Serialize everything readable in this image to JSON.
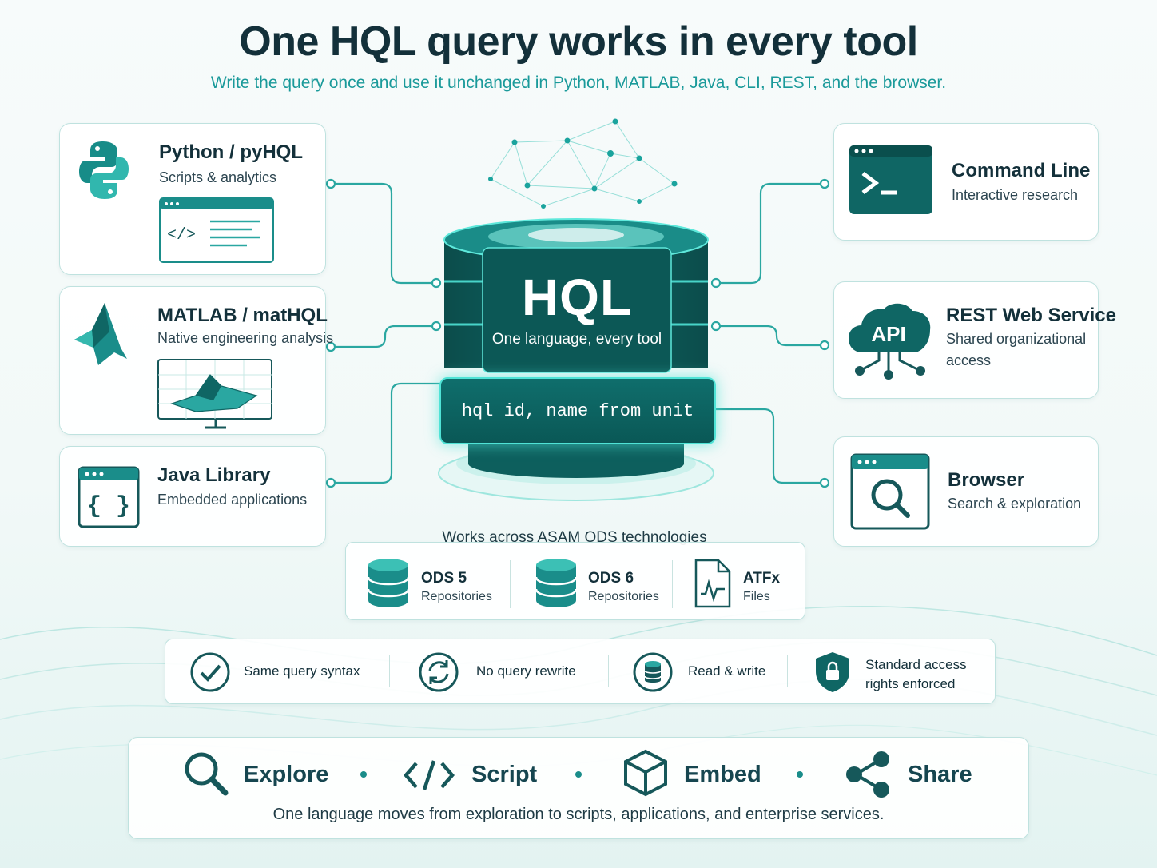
{
  "header": {
    "title": "One HQL query works in every tool",
    "subtitle": "Write the query once and use it unchanged in Python, MATLAB, Java, CLI, REST, and the browser."
  },
  "center": {
    "title": "HQL",
    "tagline": "One language, every tool",
    "code": "hql id, name from unit"
  },
  "tools_left": [
    {
      "title": "Python / pyHQL",
      "subtitle": "Scripts & analytics",
      "icon": "python-icon"
    },
    {
      "title": "MATLAB / matHQL",
      "subtitle": "Native engineering analysis",
      "icon": "matlab-icon"
    },
    {
      "title": "Java Library",
      "subtitle": "Embedded applications",
      "icon": "code-braces-icon"
    }
  ],
  "tools_right": [
    {
      "title": "Command Line",
      "subtitle": "Interactive research",
      "icon": "terminal-icon"
    },
    {
      "title": "REST Web Service",
      "subtitle_line1": "Shared organizational",
      "subtitle_line2": "access",
      "icon": "api-cloud-icon"
    },
    {
      "title": "Browser",
      "subtitle": "Search & exploration",
      "icon": "browser-search-icon"
    }
  ],
  "ods": {
    "heading": "Works across ASAM ODS technologies",
    "items": [
      {
        "name": "ODS 5",
        "desc": "Repositories",
        "icon": "database-icon"
      },
      {
        "name": "ODS 6",
        "desc": "Repositories",
        "icon": "database-icon"
      },
      {
        "name": "ATFx",
        "desc": "Files",
        "icon": "file-chart-icon"
      }
    ]
  },
  "features": [
    {
      "label": "Same query syntax",
      "icon": "check-circle-icon"
    },
    {
      "label": "No query rewrite",
      "icon": "refresh-icon"
    },
    {
      "label": "Read & write",
      "icon": "database-read-write-icon"
    },
    {
      "label_line1": "Standard access",
      "label_line2": "rights enforced",
      "icon": "shield-lock-icon"
    }
  ],
  "actions": [
    {
      "label": "Explore",
      "icon": "search-icon"
    },
    {
      "label": "Script",
      "icon": "code-icon"
    },
    {
      "label": "Embed",
      "icon": "cube-icon"
    },
    {
      "label": "Share",
      "icon": "share-icon"
    }
  ],
  "footer": {
    "text": "One language moves from exploration to scripts, applications, and enterprise services."
  },
  "colors": {
    "accent": "#1a9a9a",
    "dark_teal": "#0f5f5d",
    "glow": "#4fe3d6",
    "title": "#13303a"
  }
}
